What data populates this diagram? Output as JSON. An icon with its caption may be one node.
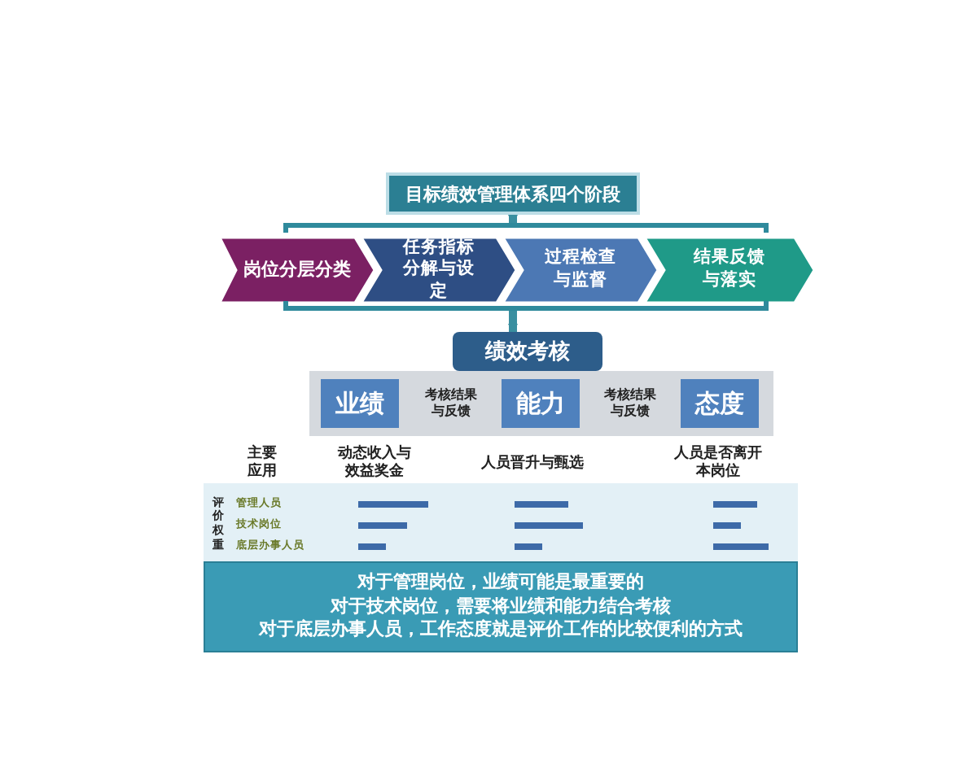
{
  "diagram": {
    "nodes": [
      {
        "text": [
          "目标绩效管理体系四个阶段"
        ]
      },
      {
        "text": [
          "岗位分层分类"
        ]
      },
      {
        "text": [
          "任务指标分解与设定"
        ],
        "in": 11
      },
      {
        "text": [
          "过程检查与监督"
        ],
        "in": 11
      },
      {
        "text": [
          "结果反馈与落实"
        ]
      },
      {
        "text": [
          "绩效考核"
        ]
      },
      {
        "text": [],
        "shape": "box"
      },
      {
        "text": [
          "业绩"
        ],
        "in": 6
      },
      {
        "text": [
          "能力"
        ],
        "in": 6
      },
      {
        "text": [
          "态度"
        ],
        "in": 6
      },
      {
        "text": [
          "对于管理岗位，业绩可能是最重要的",
          "对于技术岗位，需要将业绩和能力结合考核",
          "对于底层办事人员，工作态度就是评价工作的比较便利的方式"
        ]
      },
      {
        "text": [],
        "shape": "bracket"
      }
    ],
    "edges": [
      {
        "from": 0,
        "to": 11,
        "arrow": "to"
      },
      {
        "from": 11,
        "to": 5,
        "arrow": "to"
      }
    ],
    "labels": [
      "考核结果与反馈",
      "考核结果与反馈",
      "主要应用",
      "动态收入与效益奖金",
      "人员晋升与甄选",
      "人员是否离开本岗位",
      "评价权重",
      "管理人员",
      "技术岗位",
      "底层办事人员"
    ]
  }
}
